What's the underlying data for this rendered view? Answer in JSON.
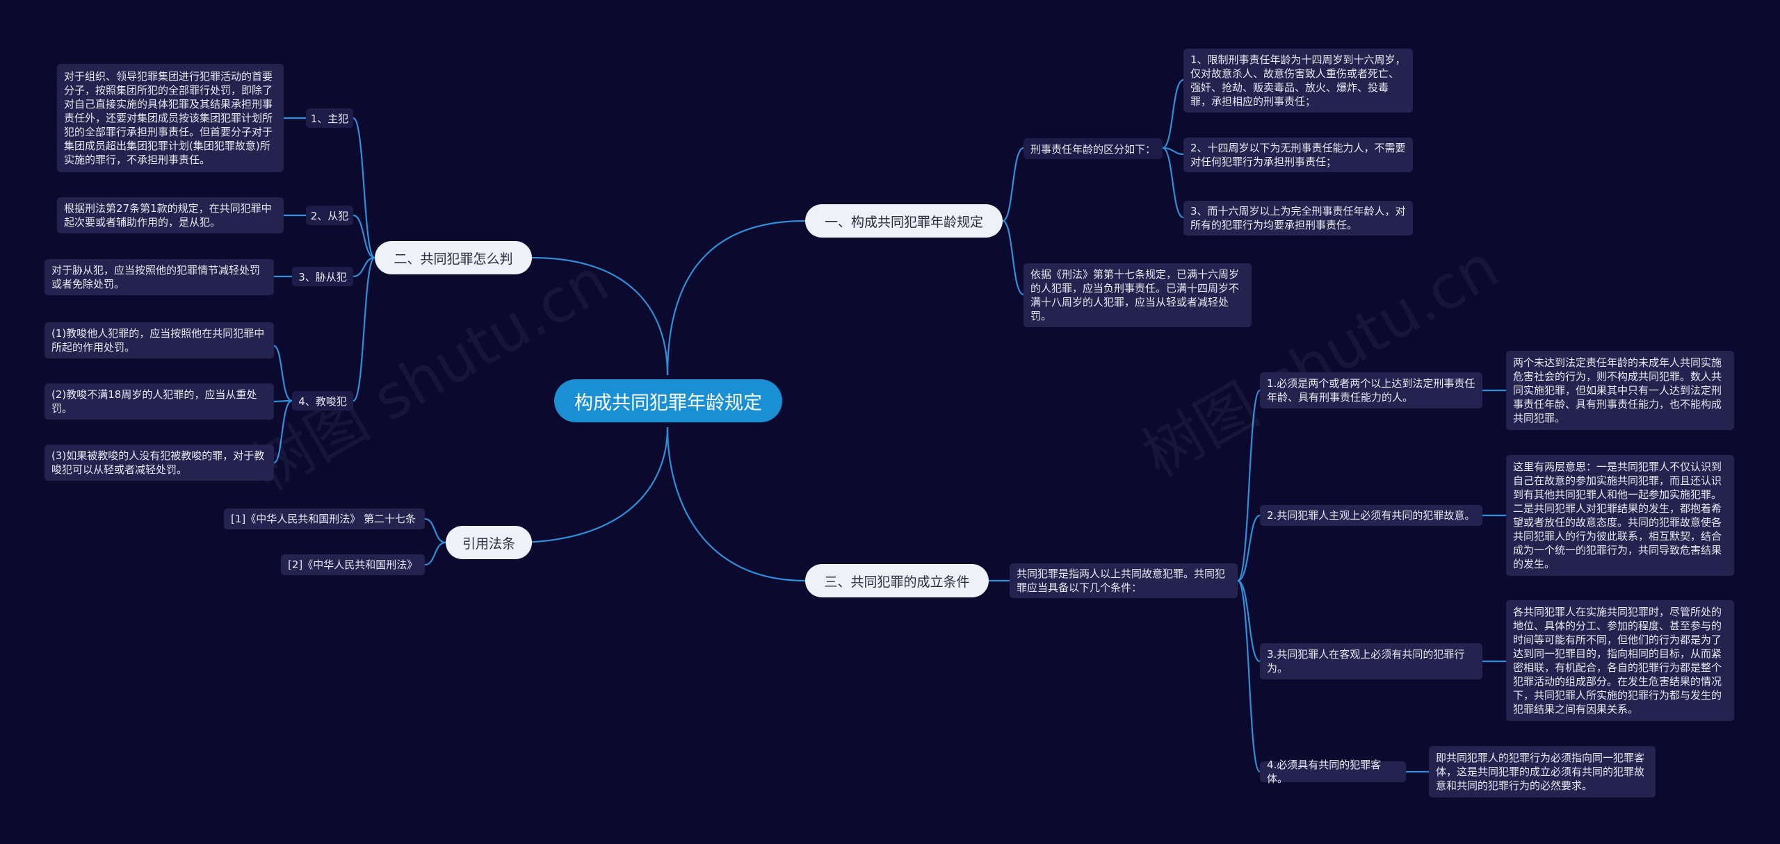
{
  "root": "构成共同犯罪年龄规定",
  "watermark": "树图 shutu.cn",
  "b1": {
    "title": "一、构成共同犯罪年龄规定",
    "sub1": "刑事责任年龄的区分如下：",
    "items": [
      "1、限制刑事责任年龄为十四周岁到十六周岁，仅对故意杀人、故意伤害致人重伤或者死亡、强奸、抢劫、贩卖毒品、放火、爆炸、投毒罪，承担相应的刑事责任；",
      "2、十四周岁以下为无刑事责任能力人，不需要对任何犯罪行为承担刑事责任；",
      "3、而十六周岁以上为完全刑事责任年龄人，对所有的犯罪行为均要承担刑事责任。"
    ],
    "sub2": "依据《刑法》第第十七条规定，已满十六周岁的人犯罪，应当负刑事责任。已满十四周岁不满十八周岁的人犯罪，应当从轻或者减轻处罚。"
  },
  "b2": {
    "title": "二、共同犯罪怎么判",
    "items": [
      {
        "label": "1、主犯",
        "text": "对于组织、领导犯罪集团进行犯罪活动的首要分子，按照集团所犯的全部罪行处罚，即除了对自己直接实施的具体犯罪及其结果承担刑事责任外，还要对集团成员按该集团犯罪计划所犯的全部罪行承担刑事责任。但首要分子对于集团成员超出集团犯罪计划(集团犯罪故意)所实施的罪行，不承担刑事责任。"
      },
      {
        "label": "2、从犯",
        "text": "根据刑法第27条第1款的规定，在共同犯罪中起次要或者辅助作用的，是从犯。"
      },
      {
        "label": "3、胁从犯",
        "text": "对于胁从犯，应当按照他的犯罪情节减轻处罚或者免除处罚。"
      },
      {
        "label": "4、教唆犯",
        "texts": [
          "(1)教唆他人犯罪的，应当按照他在共同犯罪中所起的作用处罚。",
          "(2)教唆不满18周岁的人犯罪的，应当从重处罚。",
          "(3)如果被教唆的人没有犯被教唆的罪，对于教唆犯可以从轻或者减轻处罚。"
        ]
      }
    ]
  },
  "b3": {
    "title": "三、共同犯罪的成立条件",
    "sub": "共同犯罪是指两人以上共同故意犯罪。共同犯罪应当具备以下几个条件：",
    "conds": [
      {
        "label": "1.必须是两个或者两个以上达到法定刑事责任年龄、具有刑事责任能力的人。",
        "text": "两个未达到法定责任年龄的未成年人共同实施危害社会的行为，则不构成共同犯罪。数人共同实施犯罪，但如果其中只有一人达到法定刑事责任年龄、具有刑事责任能力，也不能构成共同犯罪。"
      },
      {
        "label": "2.共同犯罪人主观上必须有共同的犯罪故意。",
        "text": "这里有两层意思：一是共同犯罪人不仅认识到自己在故意的参加实施共同犯罪，而且还认识到有其他共同犯罪人和他一起参加实施犯罪。二是共同犯罪人对犯罪结果的发生，都抱着希望或者放任的故意态度。共同的犯罪故意使各共同犯罪人的行为彼此联系，相互默契，结合成为一个统一的犯罪行为，共同导致危害结果的发生。"
      },
      {
        "label": "3.共同犯罪人在客观上必须有共同的犯罪行为。",
        "text": "各共同犯罪人在实施共同犯罪时，尽管所处的地位、具体的分工、参加的程度、甚至参与的时间等可能有所不同，但他们的行为都是为了达到同一犯罪目的，指向相同的目标，从而紧密相联，有机配合，各自的犯罪行为都是整个犯罪活动的组成部分。在发生危害结果的情况下，共同犯罪人所实施的犯罪行为都与发生的犯罪结果之间有因果关系。"
      },
      {
        "label": "4.必须具有共同的犯罪客体。",
        "text": "即共同犯罪人的犯罪行为必须指向同一犯罪客体，这是共同犯罪的成立必须有共同的犯罪故意和共同的犯罪行为的必然要求。"
      }
    ]
  },
  "b4": {
    "title": "引用法条",
    "items": [
      "[1]《中华人民共和国刑法》 第二十七条",
      "[2]《中华人民共和国刑法》"
    ]
  },
  "colors": {
    "background": "#0b0a2e",
    "root": "#1b8fd3",
    "branch": "#eef1f7",
    "link": "#2f8fd8"
  }
}
